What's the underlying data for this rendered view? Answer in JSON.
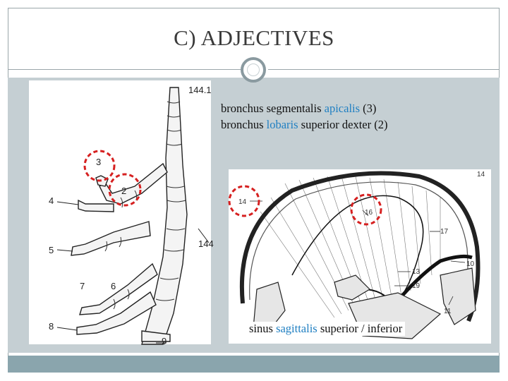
{
  "slide": {
    "title": "C) ADJECTIVES",
    "colors": {
      "accent": "#1f7fc2",
      "panel": "#c5cfd3",
      "footer": "#8aa5ad",
      "marker": "#d62020"
    }
  },
  "bronchi_figure": {
    "top_label": "144.1",
    "side_label": "144",
    "numbers": [
      "3",
      "2",
      "4",
      "5",
      "7",
      "6",
      "8",
      "9"
    ]
  },
  "text_block": {
    "line1": {
      "before": "bronchus segmentalis ",
      "accent": "apicalis",
      "after": " (3)"
    },
    "line2": {
      "before": "bronchus ",
      "accent": "lobaris",
      "after": " superior dexter (2)"
    }
  },
  "dura_figure": {
    "numbers": [
      "14",
      "14",
      "16",
      "17",
      "10",
      "13",
      "19",
      "11"
    ]
  },
  "caption": {
    "before": "sinus ",
    "accent": "sagittalis",
    "after": " superior / inferior"
  }
}
